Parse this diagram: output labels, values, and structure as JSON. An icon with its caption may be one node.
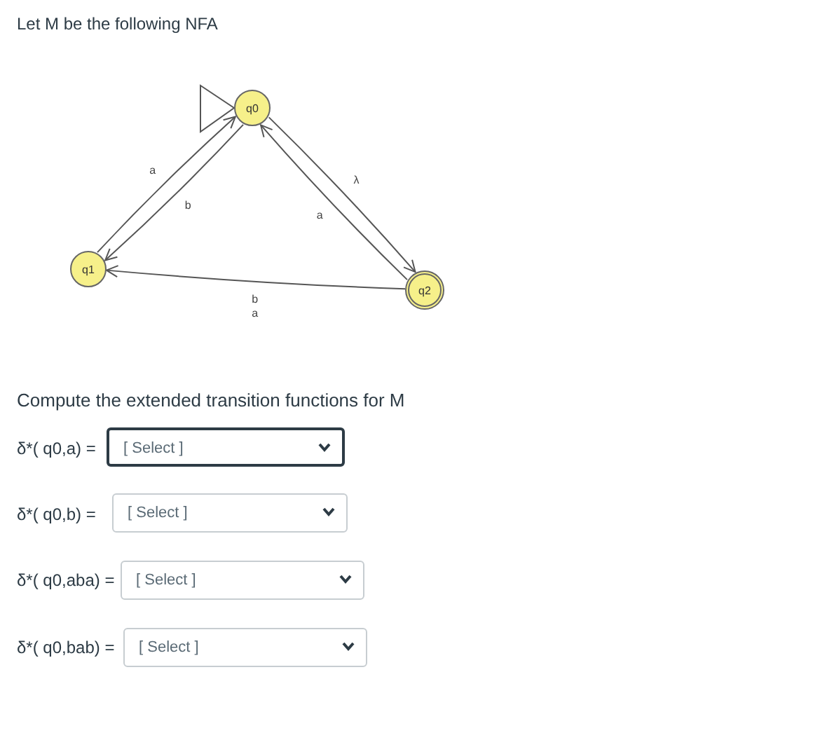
{
  "diagram": {
    "title": "Let M be the following NFA",
    "nodes": [
      {
        "text": [
          "q0"
        ]
      },
      {
        "text": [
          "q1"
        ]
      },
      {
        "text": [
          "q2"
        ]
      }
    ],
    "edges": [
      {
        "from": null,
        "to": 0,
        "arrow": "to"
      },
      {
        "from": 1,
        "to": 0,
        "arrow": "to",
        "label": "a"
      },
      {
        "from": 0,
        "to": 1,
        "arrow": "to",
        "label": "b"
      },
      {
        "from": 0,
        "to": 2,
        "arrow": "to",
        "label": "λ"
      },
      {
        "from": 2,
        "to": 0,
        "arrow": "to",
        "label": "a"
      },
      {
        "from": 2,
        "to": 1,
        "arrow": "to",
        "label": "b a"
      }
    ],
    "labels": [
      "Compute the extended transition functions for M",
      "δ*( q0,a) =",
      "[ Select ]",
      "δ*( q0,b) =",
      "[ Select ]",
      "δ*( q0,aba) =",
      "[ Select ]",
      "δ*( q0,bab) =",
      "[ Select ]"
    ]
  }
}
